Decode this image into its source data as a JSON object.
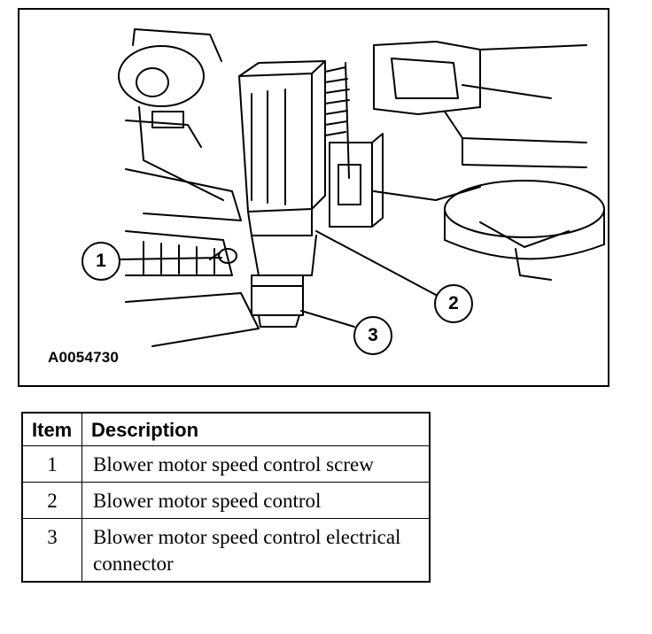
{
  "figure": {
    "id": "A0054730",
    "callouts": [
      "1",
      "2",
      "3"
    ]
  },
  "table": {
    "headers": {
      "item": "Item",
      "description": "Description"
    },
    "rows": [
      {
        "item": "1",
        "description": "Blower motor speed control screw"
      },
      {
        "item": "2",
        "description": "Blower motor speed control"
      },
      {
        "item": "3",
        "description": "Blower motor speed control electrical connector"
      }
    ]
  }
}
